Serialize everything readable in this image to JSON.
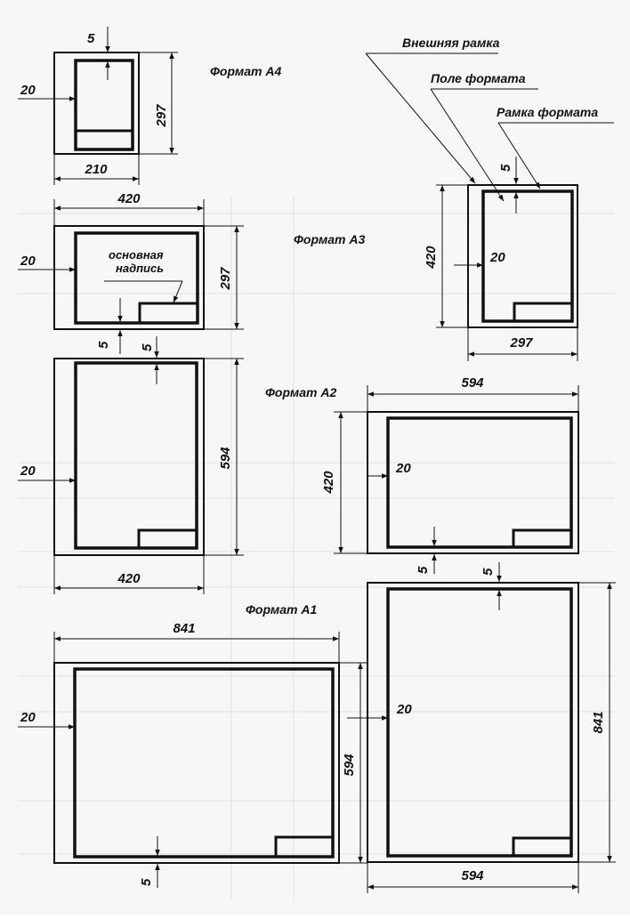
{
  "labels": {
    "a4": "Формат А4",
    "a3": "Формат А3",
    "a2": "Формат А2",
    "a1": "Формат А1",
    "outer_frame": "Внешняя рамка",
    "format_field": "Поле формата",
    "format_frame": "Рамка формата",
    "title_block_line1": "основная",
    "title_block_line2": "надпись"
  },
  "dims": {
    "a4_top": "5",
    "a4_left": "20",
    "a4_height": "297",
    "a4_width": "210",
    "a3_width": "420",
    "a3_left": "20",
    "a3_height": "297",
    "a3_bottom": "5",
    "a3v_top": "5",
    "a3v_height": "420",
    "a3v_left": "20",
    "a3v_width": "297",
    "a2_top": "5",
    "a2_left": "20",
    "a2_height": "594",
    "a2_width": "420",
    "a2h_width": "594",
    "a2h_height": "420",
    "a2h_left": "20",
    "a2h_bottom": "5",
    "a1v_top": "5",
    "a1v_height": "841",
    "a1v_left": "20",
    "a1v_width": "594",
    "a1h_width": "841",
    "a1h_left": "20",
    "a1h_height": "594",
    "a1h_bottom": "5"
  }
}
